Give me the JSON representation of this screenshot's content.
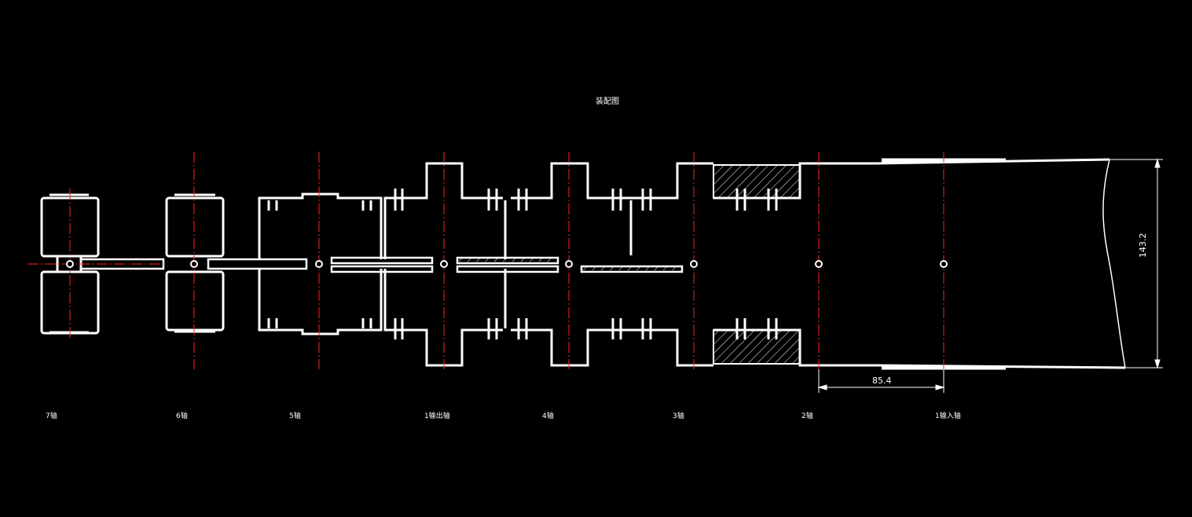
{
  "drawing": {
    "title": "装配图",
    "shaft_labels": [
      "7轴",
      "6轴",
      "5轴",
      "1输出轴",
      "4轴",
      "3轴",
      "2轴",
      "1输入轴"
    ],
    "dimensions": {
      "width": "85.4",
      "height": "143.2"
    },
    "colors": {
      "background": "#000000",
      "outline": "#ffffff",
      "centerline": "#ff2020"
    }
  }
}
